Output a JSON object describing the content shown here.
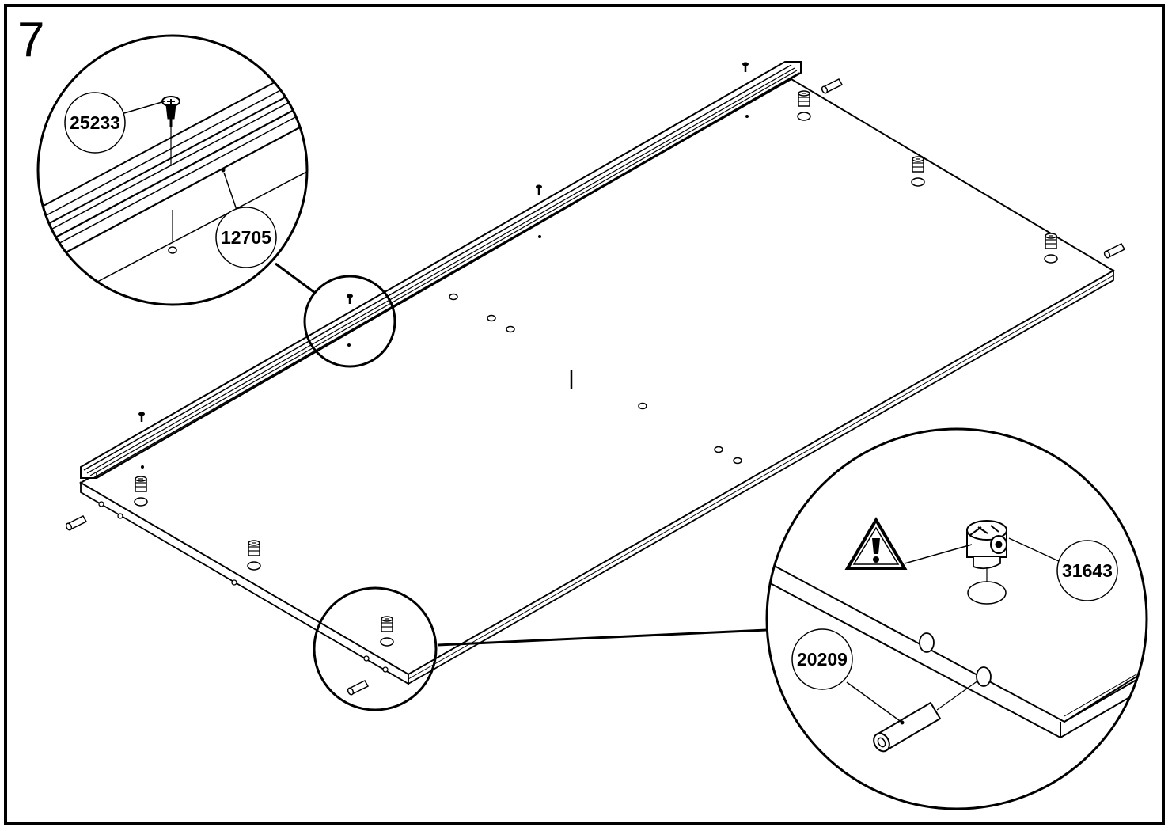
{
  "step": {
    "number": "7"
  },
  "callouts": {
    "screw": "25233",
    "rail_hole": "12705",
    "cam_lock": "31643",
    "dowel": "20209"
  },
  "icons": {
    "warning": "warning-triangle-icon"
  },
  "colors": {
    "line": "#000000",
    "background": "#ffffff"
  }
}
